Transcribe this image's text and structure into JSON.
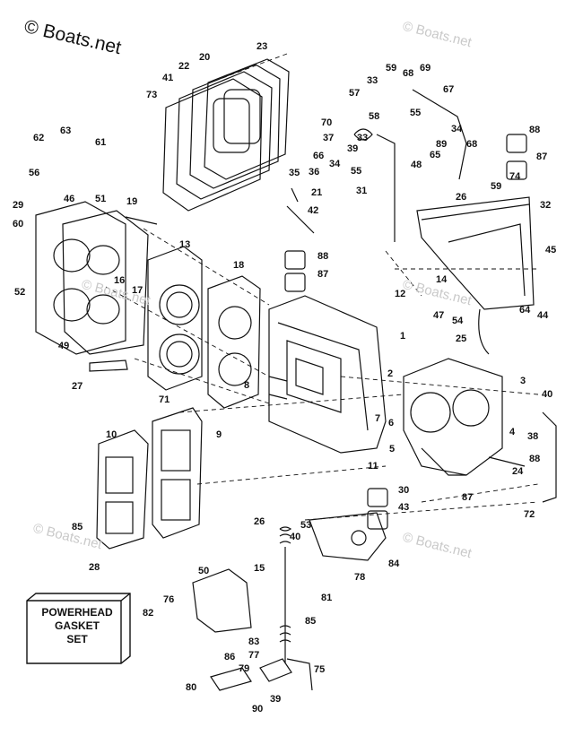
{
  "copyright": "© Boats.net",
  "watermark": "© Boats.net",
  "gasket_set": {
    "line1": "POWERHEAD",
    "line2": "GASKET",
    "line3": "SET"
  },
  "callouts": [
    "23",
    "20",
    "22",
    "41",
    "73",
    "59",
    "68",
    "69",
    "33",
    "57",
    "67",
    "70",
    "55",
    "62",
    "63",
    "61",
    "37",
    "58",
    "34",
    "88",
    "66",
    "36",
    "34",
    "33",
    "89",
    "68",
    "87",
    "39",
    "35",
    "48",
    "65",
    "74",
    "55",
    "56",
    "21",
    "59",
    "31",
    "26",
    "46",
    "19",
    "42",
    "32",
    "51",
    "29",
    "60",
    "13",
    "88",
    "18",
    "16",
    "87",
    "45",
    "14",
    "52",
    "17",
    "12",
    "64",
    "47",
    "54",
    "44",
    "49",
    "1",
    "25",
    "27",
    "2",
    "3",
    "71",
    "7",
    "6",
    "40",
    "8",
    "9",
    "4",
    "10",
    "38",
    "5",
    "11",
    "24",
    "88",
    "30",
    "87",
    "43",
    "85",
    "26",
    "53",
    "40",
    "72",
    "28",
    "84",
    "15",
    "78",
    "50",
    "81",
    "76",
    "82",
    "85",
    "83",
    "77",
    "86",
    "79",
    "75",
    "80",
    "39",
    "90"
  ],
  "colors": {
    "ink": "#111111",
    "watermark": "#c9c9c9"
  }
}
